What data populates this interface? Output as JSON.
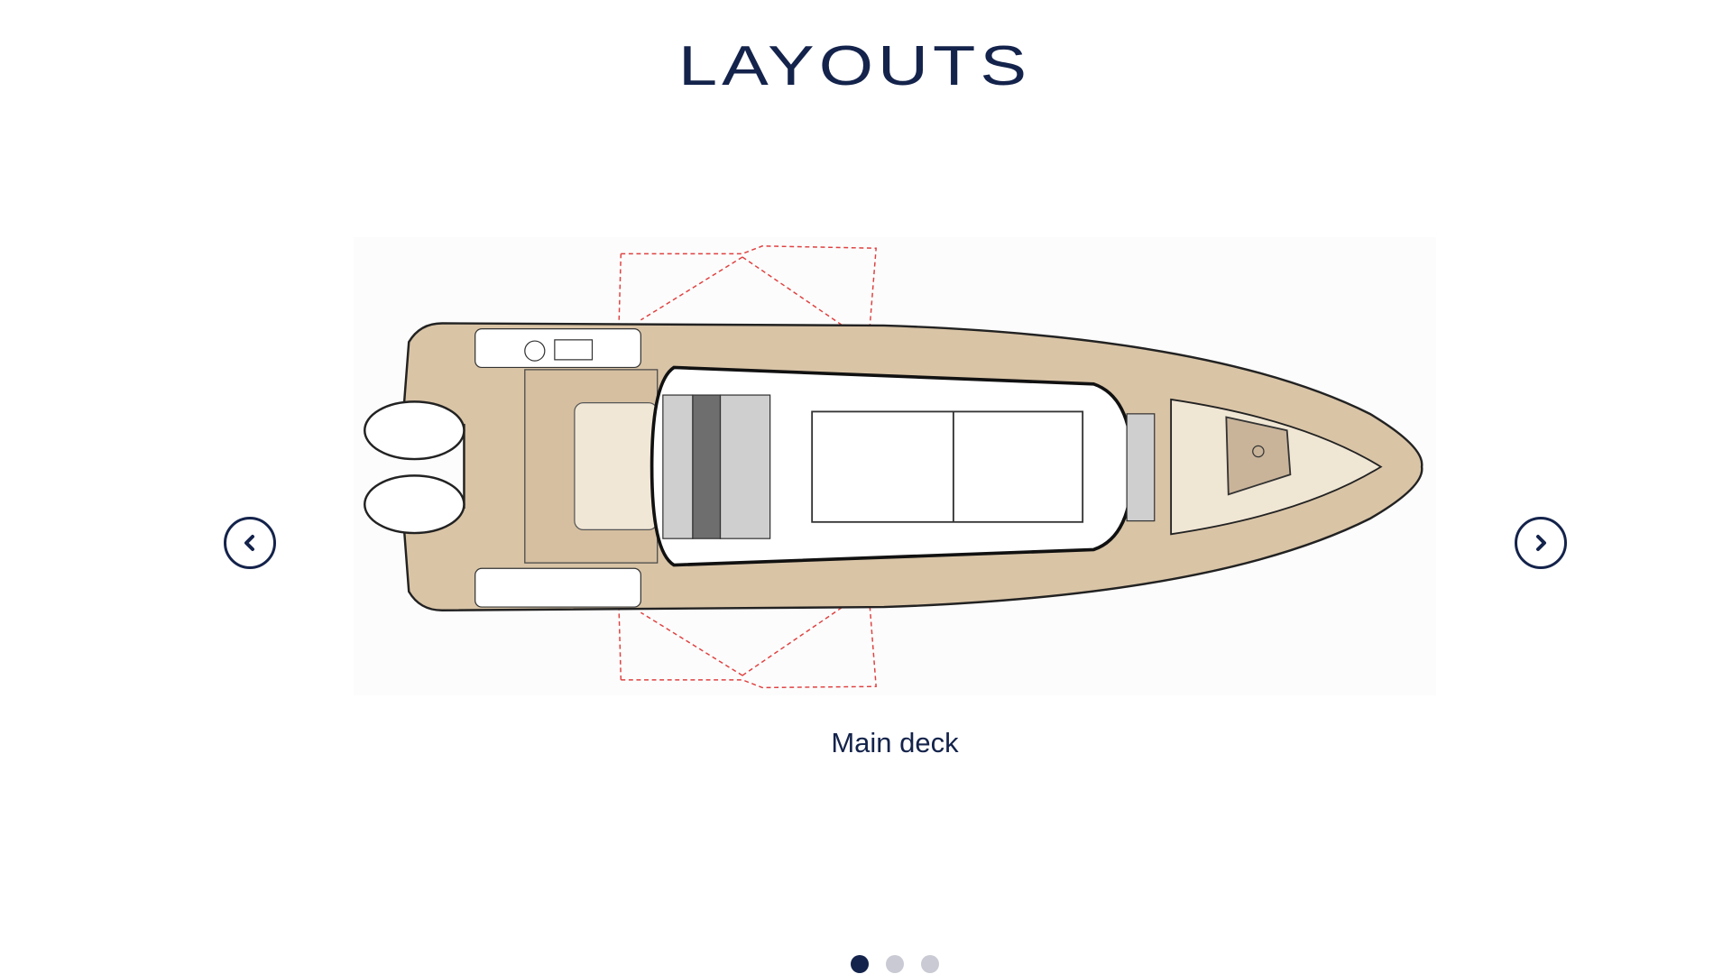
{
  "header": {
    "title": "LAYOUTS"
  },
  "carousel": {
    "prev_icon": "chevron-left-icon",
    "next_icon": "chevron-right-icon",
    "slides": [
      {
        "caption": "Main deck"
      }
    ],
    "current_slide": 1,
    "total_slides": 3
  },
  "colors": {
    "primary": "#14234b",
    "dot_inactive": "#c9cad3",
    "deck": "#d8c3a5",
    "cushion": "#f1e7d6"
  }
}
